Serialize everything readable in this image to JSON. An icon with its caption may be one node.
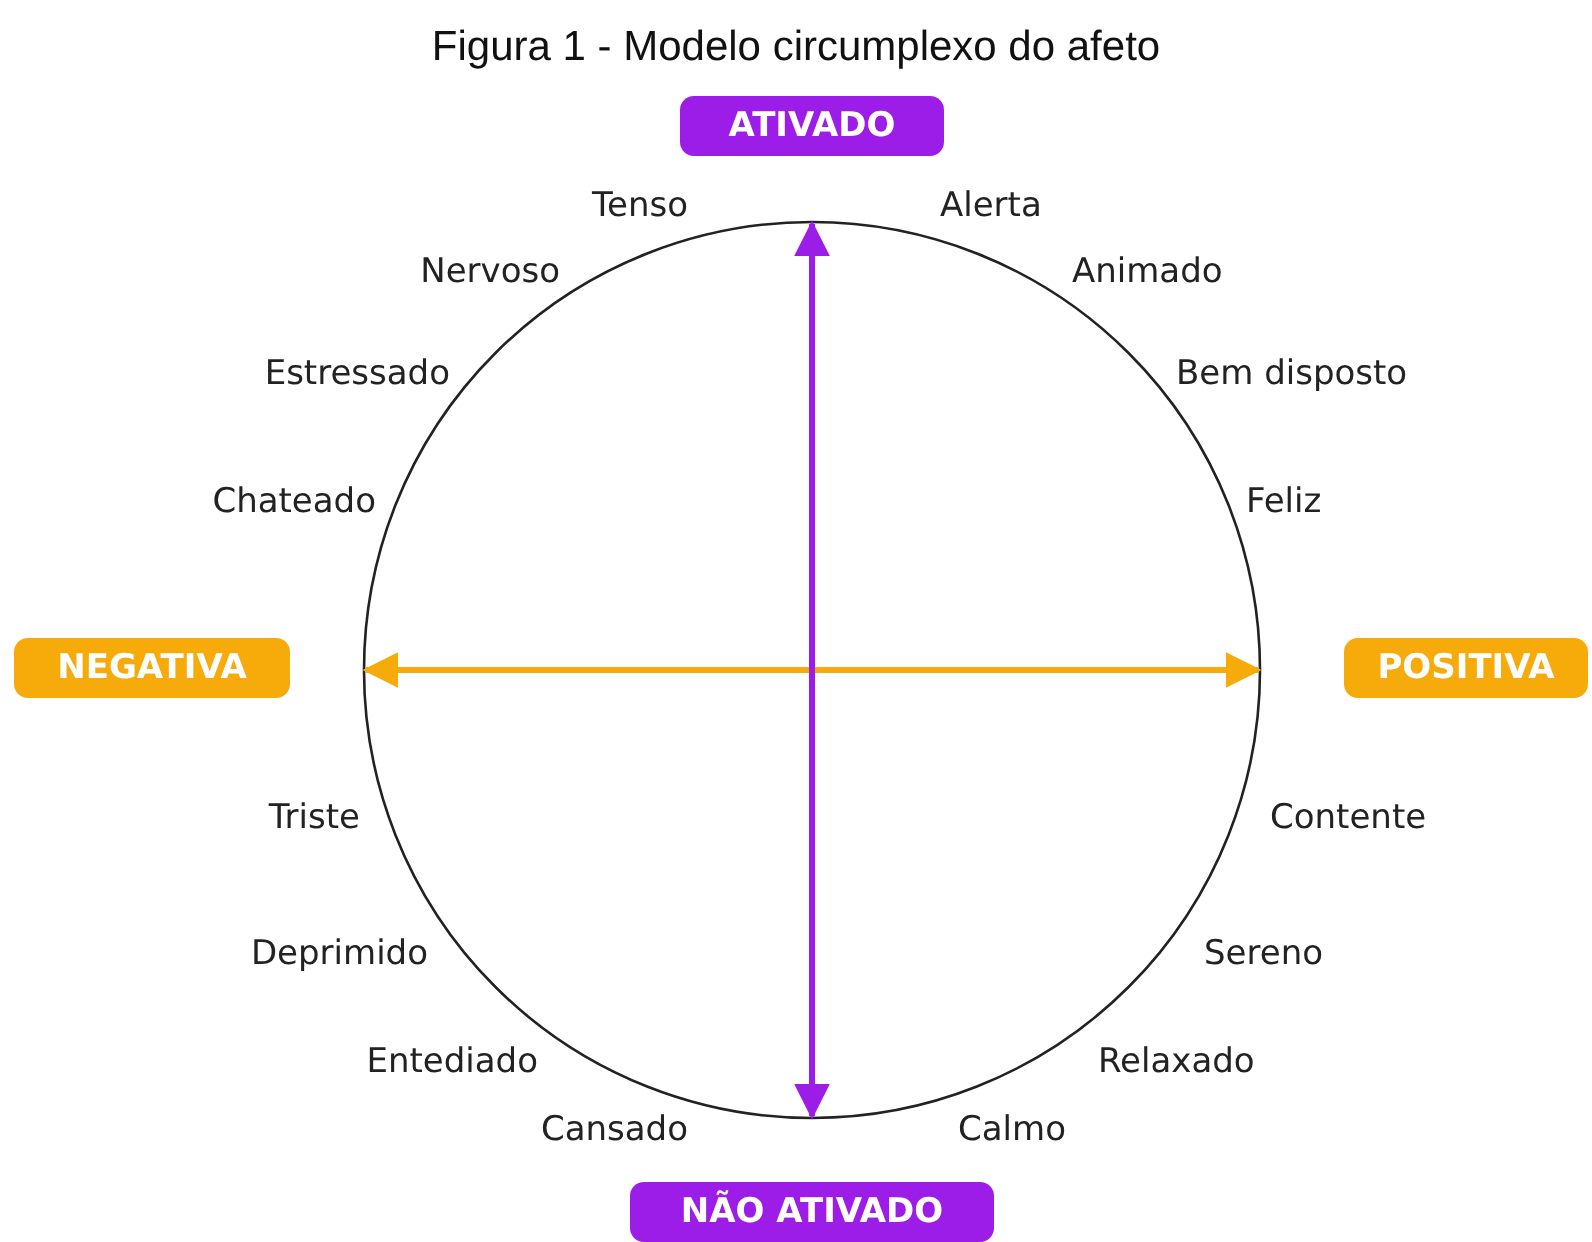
{
  "diagram": {
    "title": "Figura 1 - Modelo circumplexo do afeto",
    "nodes": [
      {
        "text": [
          "ATIVADO"
        ]
      },
      {
        "text": [
          "NEGATIVA"
        ]
      },
      {
        "text": [
          "POSITIVA"
        ]
      },
      {
        "text": [
          "NÃO ATIVADO"
        ]
      }
    ],
    "labels": [
      "Tenso",
      "Alerta",
      "Nervoso",
      "Animado",
      "Estressado",
      "Bem disposto",
      "Chateado",
      "Feliz",
      "Triste",
      "Contente",
      "Deprimido",
      "Sereno",
      "Entediado",
      "Relaxado",
      "Cansado",
      "Calmo"
    ]
  }
}
